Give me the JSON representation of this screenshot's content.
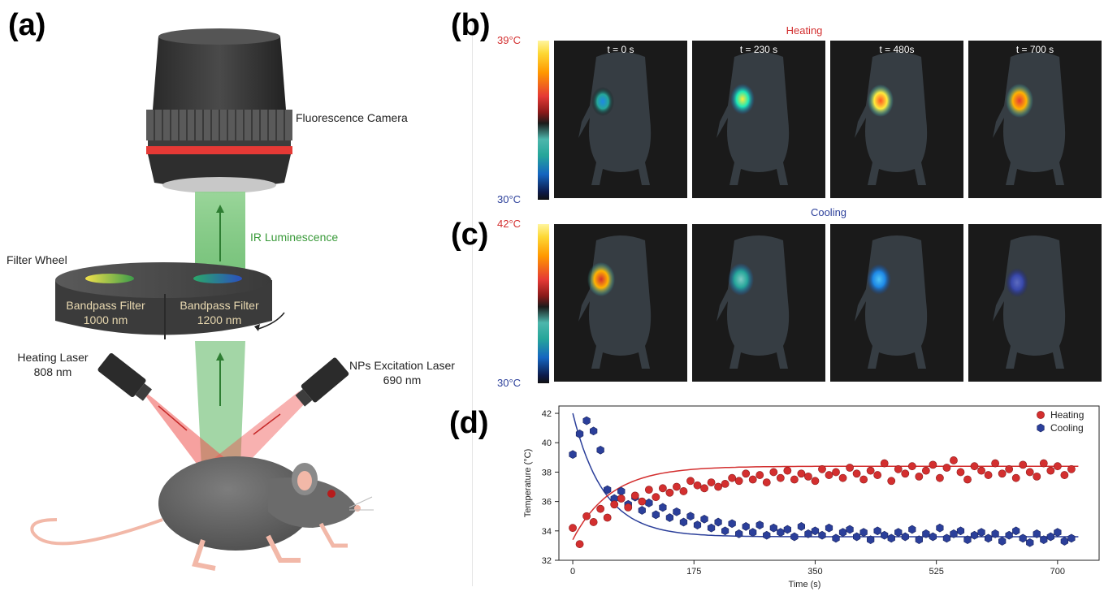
{
  "panel_labels": {
    "a": "(a)",
    "b": "(b)",
    "c": "(c)",
    "d": "(d)"
  },
  "setup": {
    "camera": "Fluorescence Camera",
    "ir": "IR Luminescence",
    "filter_wheel": "Filter Wheel",
    "filter1_line1": "Bandpass Filter",
    "filter1_line2": "1000 nm",
    "filter2_line1": "Bandpass Filter",
    "filter2_line2": "1200 nm",
    "heating_line1": "Heating Laser",
    "heating_line2": "808 nm",
    "exc_line1": "NPs Excitation Laser",
    "exc_line2": "690 nm"
  },
  "heating_row": {
    "title": "Heating",
    "scale_max": "39°C",
    "scale_min": "30°C",
    "times": [
      "t = 0 s",
      "t = 230 s",
      "t = 480s",
      "t = 700 s"
    ]
  },
  "cooling_row": {
    "title": "Cooling",
    "scale_max": "42°C",
    "scale_min": "30°C"
  },
  "colors": {
    "heating": "#d32f2f",
    "cooling": "#2b3f9a",
    "camera_ring": "#e53935",
    "ir_beam": "#66bb6a",
    "laser": "#ef5350"
  },
  "chart_data": {
    "type": "scatter",
    "xlabel": "Time (s)",
    "ylabel": "Temperature (°C)",
    "xlim": [
      -20,
      760
    ],
    "ylim": [
      32,
      42.5
    ],
    "xticks": [
      0,
      175,
      350,
      525,
      700
    ],
    "yticks": [
      32,
      34,
      36,
      38,
      40,
      42
    ],
    "legend_position": "top-right",
    "series": [
      {
        "name": "Heating",
        "marker": "circle",
        "color": "#d32f2f",
        "x": [
          0,
          10,
          20,
          30,
          40,
          50,
          60,
          70,
          80,
          90,
          100,
          110,
          120,
          130,
          140,
          150,
          160,
          170,
          180,
          190,
          200,
          210,
          220,
          230,
          240,
          250,
          260,
          270,
          280,
          290,
          300,
          310,
          320,
          330,
          340,
          350,
          360,
          370,
          380,
          390,
          400,
          410,
          420,
          430,
          440,
          450,
          460,
          470,
          480,
          490,
          500,
          510,
          520,
          530,
          540,
          550,
          560,
          570,
          580,
          590,
          600,
          610,
          620,
          630,
          640,
          650,
          660,
          670,
          680,
          690,
          700,
          710,
          720
        ],
        "y": [
          34.2,
          33.1,
          35.0,
          34.6,
          35.5,
          34.9,
          35.8,
          36.2,
          35.6,
          36.4,
          36.0,
          36.8,
          36.3,
          36.9,
          36.6,
          37.0,
          36.7,
          37.4,
          37.1,
          36.9,
          37.3,
          37.0,
          37.2,
          37.6,
          37.4,
          37.9,
          37.5,
          37.8,
          37.3,
          38.0,
          37.6,
          38.1,
          37.5,
          37.9,
          37.7,
          37.4,
          38.2,
          37.8,
          38.0,
          37.6,
          38.3,
          37.9,
          37.5,
          38.1,
          37.8,
          38.6,
          37.4,
          38.2,
          37.9,
          38.4,
          37.7,
          38.1,
          38.5,
          37.6,
          38.3,
          38.8,
          38.0,
          37.5,
          38.4,
          38.1,
          37.8,
          38.6,
          37.9,
          38.2,
          37.6,
          38.5,
          38.0,
          37.7,
          38.6,
          38.1,
          38.4,
          37.8,
          38.2
        ]
      },
      {
        "name": "Cooling",
        "marker": "hexagon",
        "color": "#2b3f9a",
        "x": [
          0,
          10,
          20,
          30,
          40,
          50,
          60,
          70,
          80,
          90,
          100,
          110,
          120,
          130,
          140,
          150,
          160,
          170,
          180,
          190,
          200,
          210,
          220,
          230,
          240,
          250,
          260,
          270,
          280,
          290,
          300,
          310,
          320,
          330,
          340,
          350,
          360,
          370,
          380,
          390,
          400,
          410,
          420,
          430,
          440,
          450,
          460,
          470,
          480,
          490,
          500,
          510,
          520,
          530,
          540,
          550,
          560,
          570,
          580,
          590,
          600,
          610,
          620,
          630,
          640,
          650,
          660,
          670,
          680,
          690,
          700,
          710,
          720
        ],
        "y": [
          39.2,
          40.6,
          41.5,
          40.8,
          39.5,
          36.8,
          36.2,
          36.7,
          35.8,
          36.3,
          35.4,
          35.9,
          35.1,
          35.6,
          34.9,
          35.3,
          34.6,
          35.0,
          34.4,
          34.8,
          34.2,
          34.6,
          34.0,
          34.5,
          33.8,
          34.3,
          33.9,
          34.4,
          33.7,
          34.2,
          33.9,
          34.1,
          33.6,
          34.3,
          33.8,
          34.0,
          33.7,
          34.2,
          33.5,
          33.9,
          34.1,
          33.6,
          33.9,
          33.4,
          34.0,
          33.7,
          33.5,
          33.9,
          33.6,
          34.1,
          33.4,
          33.8,
          33.6,
          34.2,
          33.5,
          33.8,
          34.0,
          33.4,
          33.7,
          33.9,
          33.5,
          33.8,
          33.3,
          33.7,
          34.0,
          33.5,
          33.2,
          33.8,
          33.4,
          33.6,
          33.9,
          33.3,
          33.5
        ]
      }
    ],
    "fit_curves": true
  }
}
